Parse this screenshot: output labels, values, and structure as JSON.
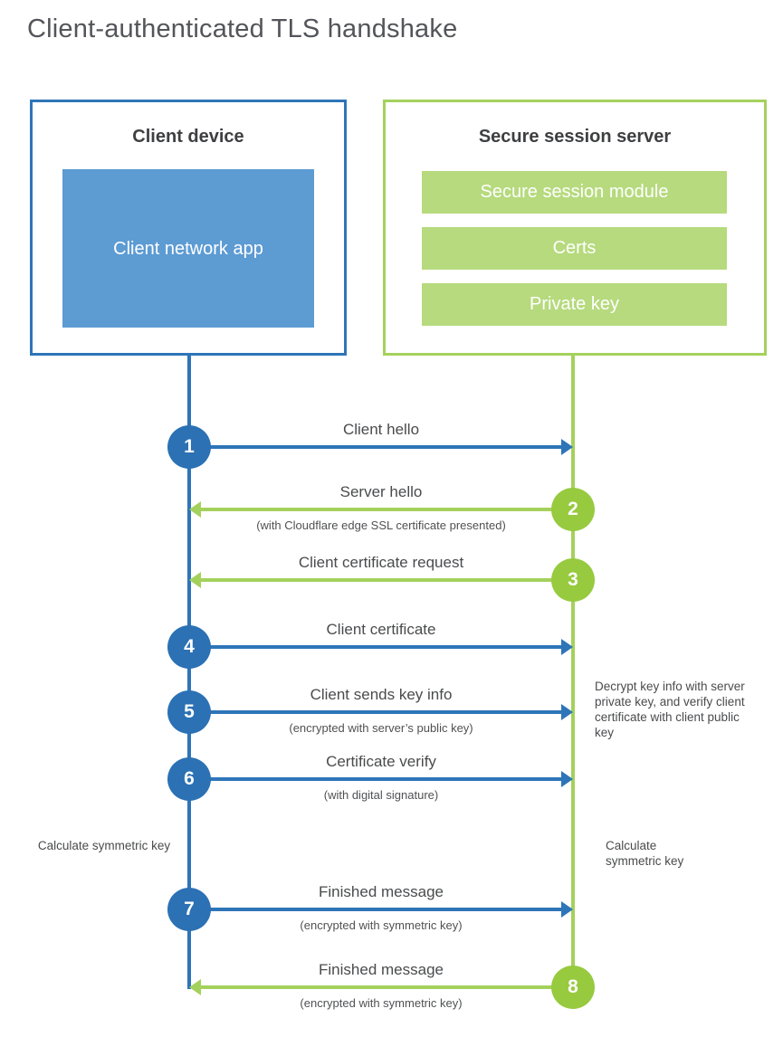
{
  "title": "Client-authenticated TLS handshake",
  "colors": {
    "blue_border": "#2e75b8",
    "blue_fill": "#5d9bd3",
    "blue_circle": "#2b71b4",
    "green_border": "#a4d15c",
    "green_fill": "#b6da7d",
    "green_circle": "#97ca3e",
    "text_dark": "#3e3f41",
    "text_label": "#4a4b4d"
  },
  "client_box": {
    "title": "Client device",
    "app_label": "Client network app"
  },
  "server_box": {
    "title": "Secure session server",
    "modules": [
      "Secure session module",
      "Certs",
      "Private key"
    ]
  },
  "steps": [
    {
      "num": "1",
      "label": "Client hello",
      "sub": "",
      "direction": "right",
      "actor": "client"
    },
    {
      "num": "2",
      "label": "Server hello",
      "sub": "(with Cloudflare edge SSL certificate presented)",
      "direction": "left",
      "actor": "server"
    },
    {
      "num": "3",
      "label": "Client certificate request",
      "sub": "",
      "direction": "left",
      "actor": "server"
    },
    {
      "num": "4",
      "label": "Client certificate",
      "sub": "",
      "direction": "right",
      "actor": "client"
    },
    {
      "num": "5",
      "label": "Client sends key info",
      "sub": "(encrypted with server’s public key)",
      "direction": "right",
      "actor": "client"
    },
    {
      "num": "6",
      "label": "Certificate verify",
      "sub": "(with digital signature)",
      "direction": "right",
      "actor": "client"
    },
    {
      "num": "7",
      "label": "Finished message",
      "sub": "(encrypted with symmetric key)",
      "direction": "right",
      "actor": "client"
    },
    {
      "num": "8",
      "label": "Finished message",
      "sub": "(encrypted with symmetric key)",
      "direction": "left",
      "actor": "server"
    }
  ],
  "annotations": {
    "server_note": "Decrypt key info with server private key, and verify client certificate with client public key",
    "client_calc": "Calculate symmetric key",
    "server_calc": "Calculate symmetric key"
  }
}
